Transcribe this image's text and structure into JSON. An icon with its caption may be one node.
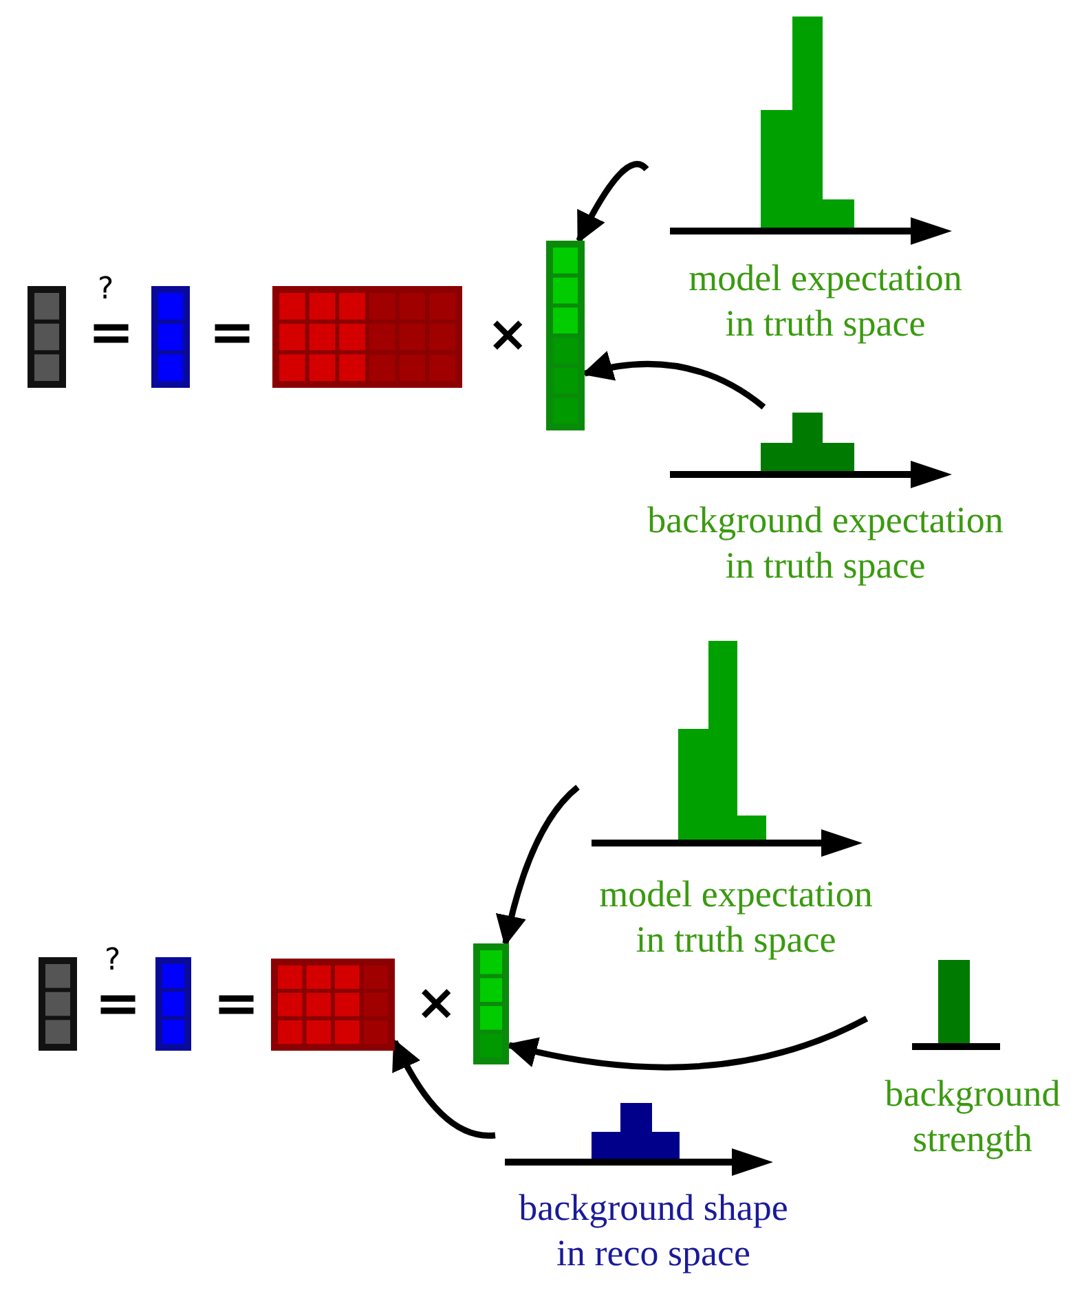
{
  "diagram": {
    "nodes": [
      {
        "text": [],
        "shape": "bar"
      },
      {
        "text": [],
        "shape": "bar"
      },
      {
        "text": [],
        "shape": "box"
      },
      {
        "text": [],
        "shape": "bar"
      },
      {
        "text": [
          "model expectation in truth space"
        ]
      },
      {
        "text": [
          "background expectation in truth space"
        ]
      },
      {
        "text": [],
        "shape": "bar"
      },
      {
        "text": [],
        "shape": "bar"
      },
      {
        "text": [],
        "shape": "box"
      },
      {
        "text": [],
        "shape": "bar"
      },
      {
        "text": [
          "model expectation in truth space"
        ]
      },
      {
        "text": [
          "background strength"
        ]
      },
      {
        "text": [
          "background shape in reco space"
        ]
      }
    ],
    "edges": [
      {
        "from": 4,
        "to": 3,
        "arrow": "to"
      },
      {
        "from": 5,
        "to": 3,
        "arrow": "to"
      },
      {
        "from": 10,
        "to": 9,
        "arrow": "to"
      },
      {
        "from": 11,
        "to": 9,
        "arrow": "to"
      },
      {
        "from": 12,
        "to": 8,
        "arrow": "to"
      }
    ],
    "labels": [
      "?",
      "=",
      "=",
      "×",
      "?",
      "=",
      "=",
      "×"
    ]
  }
}
